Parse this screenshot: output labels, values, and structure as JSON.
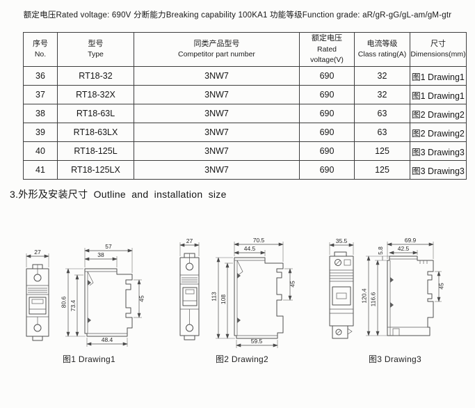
{
  "page": {
    "ratings_line": "额定电压Rated voltage: 690V 分断能力Breaking capability 100KA1 功能等级Function grade: aR/gR-gG/gL-am/gM-gtr",
    "section_heading": "3.外形及安装尺寸 Outline and installation size"
  },
  "table": {
    "columns": [
      {
        "zh": "序号",
        "en": "No."
      },
      {
        "zh": "型号",
        "en": "Type"
      },
      {
        "zh": "同类产品型号",
        "en": "Competitor part number"
      },
      {
        "zh": "额定电压",
        "en": "Rated voltage(V)"
      },
      {
        "zh": "电流等级",
        "en": "Class rating(A)"
      },
      {
        "zh": "尺寸",
        "en": "Dimensions(mm)"
      }
    ],
    "rows": [
      {
        "no": "36",
        "type": "RT18-32",
        "competitor": "3NW7",
        "voltage": "690",
        "rating": "32",
        "dims": "图1 Drawing1"
      },
      {
        "no": "37",
        "type": "RT18-32X",
        "competitor": "3NW7",
        "voltage": "690",
        "rating": "32",
        "dims": "图1 Drawing1"
      },
      {
        "no": "38",
        "type": "RT18-63L",
        "competitor": "3NW7",
        "voltage": "690",
        "rating": "63",
        "dims": "图2 Drawing2"
      },
      {
        "no": "39",
        "type": "RT18-63LX",
        "competitor": "3NW7",
        "voltage": "690",
        "rating": "63",
        "dims": "图2 Drawing2"
      },
      {
        "no": "40",
        "type": "RT18-125L",
        "competitor": "3NW7",
        "voltage": "690",
        "rating": "125",
        "dims": "图3 Drawing3"
      },
      {
        "no": "41",
        "type": "RT18-125LX",
        "competitor": "3NW7",
        "voltage": "690",
        "rating": "125",
        "dims": "图3 Drawing3"
      }
    ]
  },
  "drawings": [
    {
      "caption": "图1 Drawing1",
      "dims": {
        "front_width": "27",
        "overall_width": "57",
        "top_width": "38",
        "overall_height": "80.6",
        "body_height": "73.4",
        "bottom_width": "48.4",
        "rail_clip": "45"
      }
    },
    {
      "caption": "图2 Drawing2",
      "dims": {
        "front_width": "27",
        "overall_width": "70.5",
        "top_width": "44.5",
        "overall_height": "113",
        "body_height": "108",
        "bottom_width": "59.5",
        "rail_clip": "45"
      }
    },
    {
      "caption": "图3 Drawing3",
      "dims": {
        "front_width": "35.5",
        "overall_width": "69.9",
        "top_width": "42.5",
        "top_offset": "5.8",
        "overall_height": "120.4",
        "body_height": "116.6",
        "rail_clip": "45"
      }
    }
  ]
}
